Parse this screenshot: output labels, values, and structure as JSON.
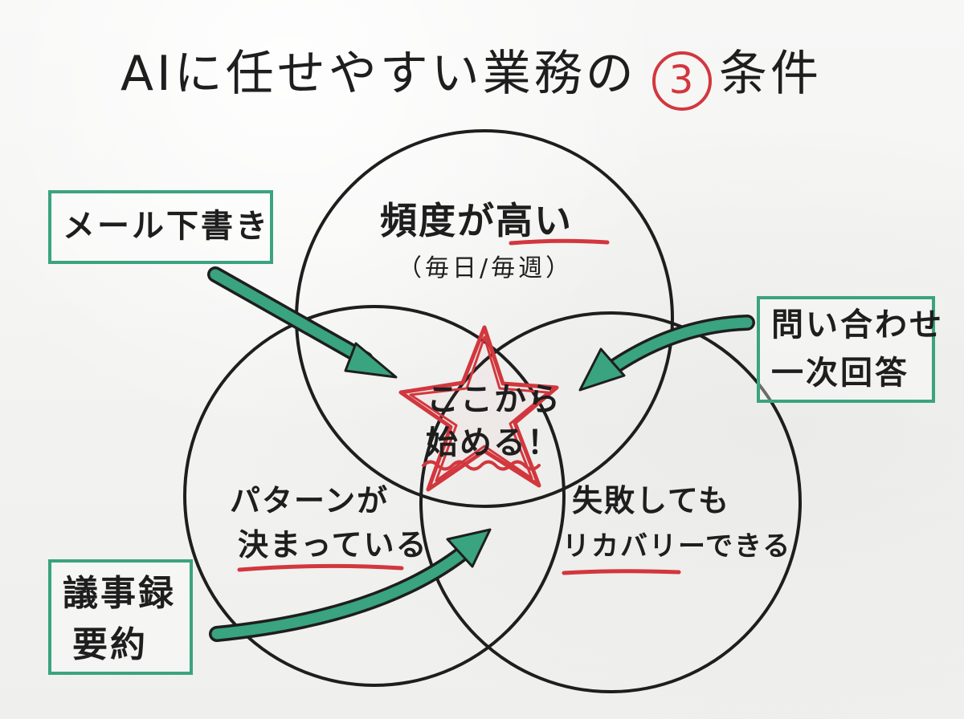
{
  "title": {
    "before_number": "AIに任せやすい業務の",
    "number": "3",
    "after_number": "条件"
  },
  "conditions": {
    "frequency": {
      "label": "頻度が高い",
      "note": "（毎日/毎週）"
    },
    "pattern": {
      "line1": "パターンが",
      "line2": "決まっている"
    },
    "recoverable": {
      "line1": "失敗しても",
      "line2": "リカバリーできる"
    }
  },
  "center": {
    "line1": "ここから",
    "line2": "始める！"
  },
  "examples": {
    "mail_draft": "メール下書き",
    "inquiry_line1": "問い合わせ",
    "inquiry_line2": "一次回答",
    "minutes_line1": "議事録",
    "minutes_line2": "要約"
  },
  "colors": {
    "ink": "#1e1e1e",
    "accent_red": "#d2373e",
    "accent_green": "#3aa380"
  },
  "icons": {
    "center_mark": "star-outline-icon",
    "arrows": "arrow-right-icon"
  }
}
